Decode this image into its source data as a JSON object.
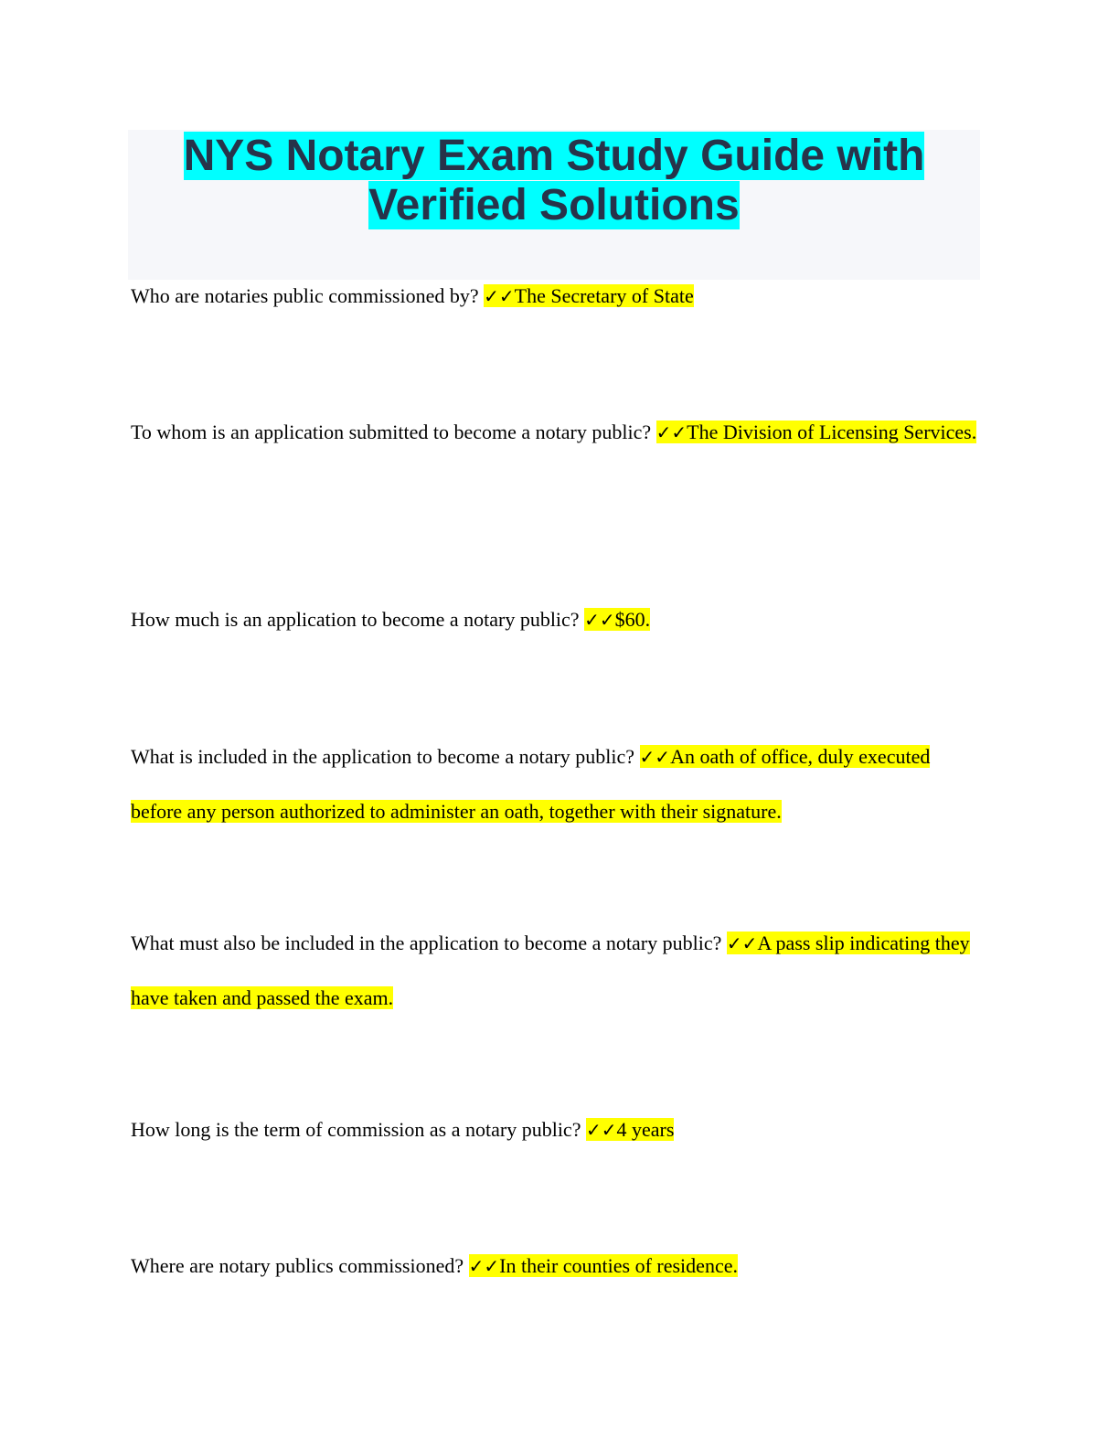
{
  "document": {
    "title_line1": "NYS Notary Exam Study Guide with",
    "title_line2": "Verified Solutions",
    "check_mark": "✓✓",
    "qa": [
      {
        "question": "Who are notaries public commissioned by? ",
        "answer": "The Secretary of State"
      },
      {
        "question": "To whom is an application submitted to become a notary public? ",
        "answer": "The Division of Licensing Services."
      },
      {
        "question": "How much is an application to become a notary public? ",
        "answer": "$60."
      },
      {
        "question": "What is included in the application to become a notary public? ",
        "answer": "An oath of office, duly executed before any person authorized to administer an oath, together with their signature."
      },
      {
        "question": "What must also be included in the application to become a notary public? ",
        "answer": "A pass slip indicating they have taken and passed the exam."
      },
      {
        "question": "How long is the term of commission as a notary public? ",
        "answer": "4 years"
      },
      {
        "question": "Where are notary publics commissioned? ",
        "answer": "In their counties of residence."
      }
    ]
  },
  "colors": {
    "title_highlight": "#00ffff",
    "answer_highlight": "#ffff00",
    "title_text": "#27334a",
    "title_box": "#f6f7fa"
  }
}
